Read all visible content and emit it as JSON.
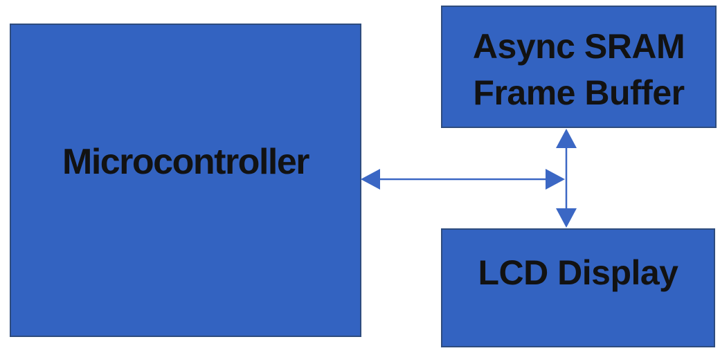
{
  "diagram": {
    "nodes": [
      {
        "id": "microcontroller",
        "label": "Microcontroller"
      },
      {
        "id": "async-sram-frame-buffer",
        "label": "Async SRAM Frame Buffer",
        "lines": [
          "Async SRAM",
          "Frame Buffer"
        ]
      },
      {
        "id": "lcd-display",
        "label": "LCD Display"
      }
    ],
    "edges": [
      {
        "from": "microcontroller",
        "to": "shared-bus",
        "direction": "bidirectional",
        "orientation": "horizontal"
      },
      {
        "from": "async-sram-frame-buffer",
        "to": "lcd-display",
        "direction": "bidirectional",
        "orientation": "vertical"
      }
    ]
  },
  "colors": {
    "canvas_bg": "#ffffff",
    "box_fill": "#3363c1",
    "box_border": "#2e4c7e",
    "arrow_color": "#3b67c4",
    "label_color": "#121212"
  }
}
